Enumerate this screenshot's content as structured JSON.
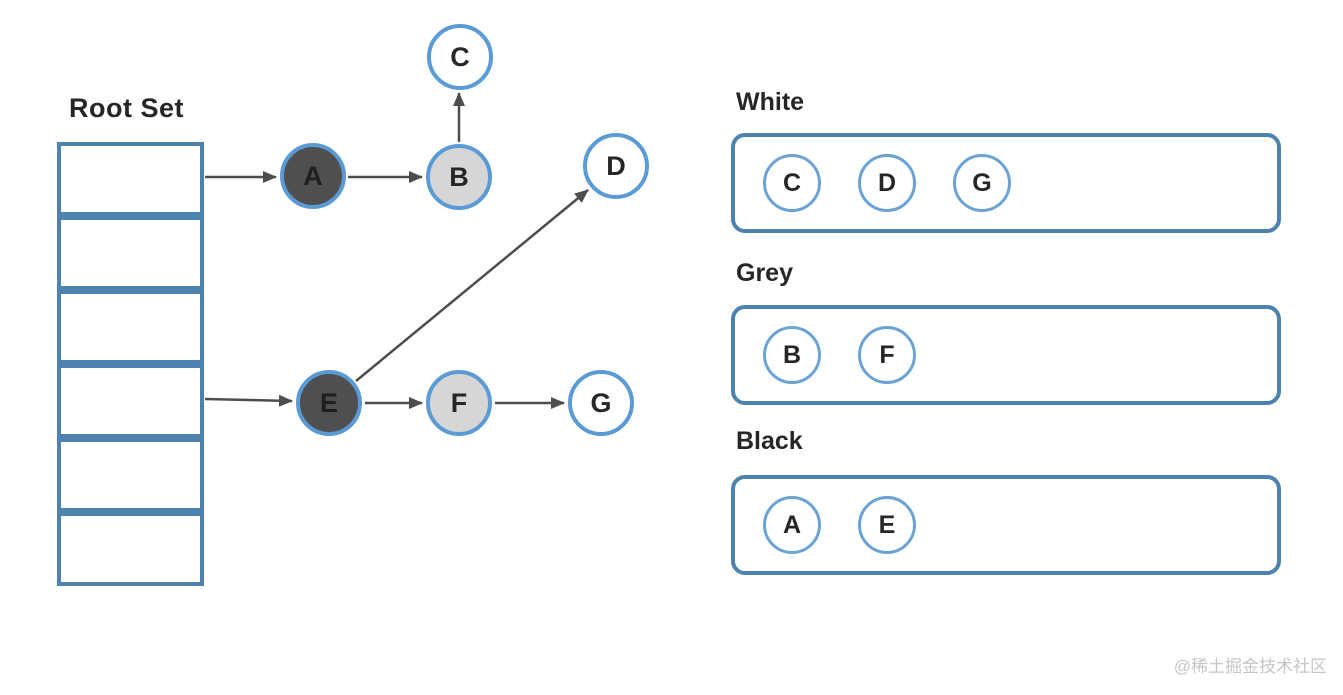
{
  "colors": {
    "box-border": "#4E82AE",
    "circle-border": "#5B9BD5",
    "panel-circle-border": "#6BA3D6",
    "node-dark-fill": "#4F4F4F",
    "node-grey-fill": "#D6D6D6",
    "node-white-fill": "#FFFFFF",
    "arrow": "#4D4D4D",
    "text-dark": "#262626",
    "watermark": "#C6C6C6",
    "bg": "#FFFFFF"
  },
  "root_set": {
    "title": "Root Set",
    "cell_count": 6,
    "pointer_cells": [
      1,
      4
    ]
  },
  "graph": {
    "nodes": [
      {
        "id": "A",
        "label": "A",
        "state": "black"
      },
      {
        "id": "B",
        "label": "B",
        "state": "grey"
      },
      {
        "id": "C",
        "label": "C",
        "state": "white"
      },
      {
        "id": "D",
        "label": "D",
        "state": "white"
      },
      {
        "id": "E",
        "label": "E",
        "state": "black"
      },
      {
        "id": "F",
        "label": "F",
        "state": "grey"
      },
      {
        "id": "G",
        "label": "G",
        "state": "white"
      }
    ],
    "edges": [
      {
        "from": "root-cell-1",
        "to": "A"
      },
      {
        "from": "A",
        "to": "B"
      },
      {
        "from": "B",
        "to": "C"
      },
      {
        "from": "root-cell-4",
        "to": "E"
      },
      {
        "from": "E",
        "to": "D"
      },
      {
        "from": "E",
        "to": "F"
      },
      {
        "from": "F",
        "to": "G"
      }
    ]
  },
  "sets": [
    {
      "label": "White",
      "members": [
        "C",
        "D",
        "G"
      ]
    },
    {
      "label": "Grey",
      "members": [
        "B",
        "F"
      ]
    },
    {
      "label": "Black",
      "members": [
        "A",
        "E"
      ]
    }
  ],
  "watermark": "@稀土掘金技术社区"
}
